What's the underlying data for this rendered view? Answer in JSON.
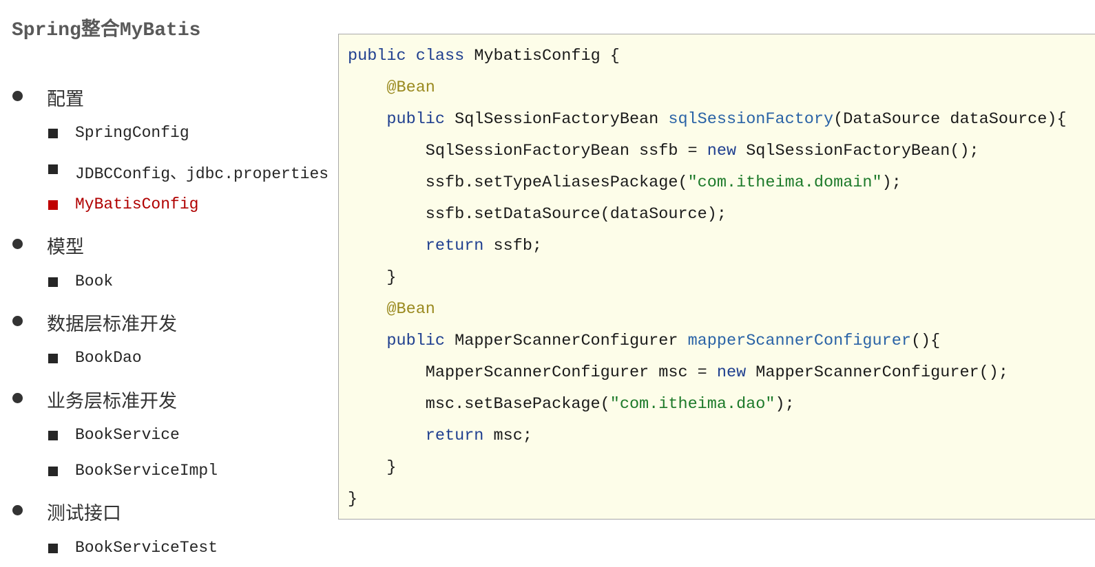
{
  "title": "Spring整合MyBatis",
  "outline": [
    {
      "level": 1,
      "label": "配置"
    },
    {
      "level": 2,
      "label": "SpringConfig"
    },
    {
      "level": 2,
      "label": "JDBCConfig、jdbc.properties"
    },
    {
      "level": 2,
      "label": "MyBatisConfig",
      "highlight": true
    },
    {
      "level": 1,
      "label": "模型"
    },
    {
      "level": 2,
      "label": "Book"
    },
    {
      "level": 1,
      "label": "数据层标准开发"
    },
    {
      "level": 2,
      "label": "BookDao"
    },
    {
      "level": 1,
      "label": "业务层标准开发"
    },
    {
      "level": 2,
      "label": "BookService"
    },
    {
      "level": 2,
      "label": "BookServiceImpl"
    },
    {
      "level": 1,
      "label": "测试接口"
    },
    {
      "level": 2,
      "label": "BookServiceTest"
    }
  ],
  "colors": {
    "highlight": "#c00000",
    "keyword": "#1f3f8f",
    "annotation": "#9a8a20",
    "method": "#2a63a6",
    "string": "#1d7a2a",
    "code_bg": "#fdfde9"
  },
  "code": [
    {
      "indent": 0,
      "tokens": [
        [
          "kw",
          "public class "
        ],
        [
          "plain",
          "MybatisConfig {"
        ]
      ]
    },
    {
      "indent": 1,
      "tokens": [
        [
          "ann",
          "@Bean"
        ]
      ]
    },
    {
      "indent": 1,
      "tokens": [
        [
          "kw",
          "public "
        ],
        [
          "plain",
          "SqlSessionFactoryBean "
        ],
        [
          "fn",
          "sqlSessionFactory"
        ],
        [
          "plain",
          "(DataSource dataSource){"
        ]
      ]
    },
    {
      "indent": 2,
      "tokens": [
        [
          "plain",
          "SqlSessionFactoryBean ssfb = "
        ],
        [
          "kw",
          "new "
        ],
        [
          "plain",
          "SqlSessionFactoryBean();"
        ]
      ]
    },
    {
      "indent": 2,
      "tokens": [
        [
          "plain",
          "ssfb.setTypeAliasesPackage("
        ],
        [
          "str",
          "\"com.itheima.domain\""
        ],
        [
          "plain",
          ");"
        ]
      ]
    },
    {
      "indent": 2,
      "tokens": [
        [
          "plain",
          "ssfb.setDataSource(dataSource);"
        ]
      ]
    },
    {
      "indent": 2,
      "tokens": [
        [
          "kw",
          "return "
        ],
        [
          "plain",
          "ssfb;"
        ]
      ]
    },
    {
      "indent": 1,
      "tokens": [
        [
          "plain",
          "}"
        ]
      ]
    },
    {
      "indent": 1,
      "tokens": [
        [
          "ann",
          "@Bean"
        ]
      ]
    },
    {
      "indent": 1,
      "tokens": [
        [
          "kw",
          "public "
        ],
        [
          "plain",
          "MapperScannerConfigurer "
        ],
        [
          "fn",
          "mapperScannerConfigurer"
        ],
        [
          "plain",
          "(){"
        ]
      ]
    },
    {
      "indent": 2,
      "tokens": [
        [
          "plain",
          "MapperScannerConfigurer msc = "
        ],
        [
          "kw",
          "new "
        ],
        [
          "plain",
          "MapperScannerConfigurer();"
        ]
      ]
    },
    {
      "indent": 2,
      "tokens": [
        [
          "plain",
          "msc.setBasePackage("
        ],
        [
          "str",
          "\"com.itheima.dao\""
        ],
        [
          "plain",
          ");"
        ]
      ]
    },
    {
      "indent": 2,
      "tokens": [
        [
          "kw",
          "return "
        ],
        [
          "plain",
          "msc;"
        ]
      ]
    },
    {
      "indent": 1,
      "tokens": [
        [
          "plain",
          "}"
        ]
      ]
    },
    {
      "indent": 0,
      "tokens": [
        [
          "plain",
          "}"
        ]
      ]
    }
  ]
}
